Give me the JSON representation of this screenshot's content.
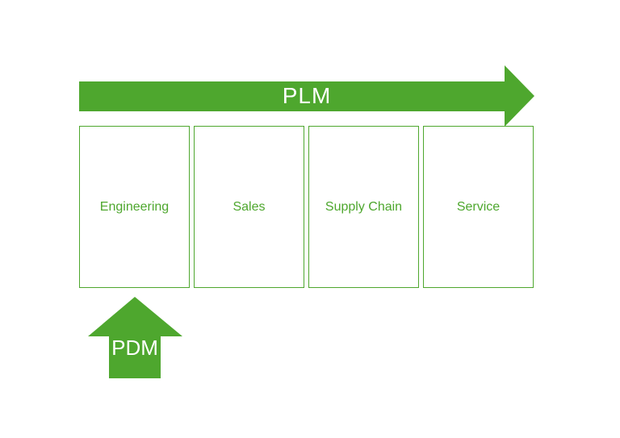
{
  "colors": {
    "green": "#4EA72E",
    "arrow_label_text": "#FFFFFF",
    "box_border": "#4EA72E",
    "box_label_text": "#4EA72E",
    "background": "#FFFFFF"
  },
  "plm_arrow": {
    "label": "PLM",
    "direction": "right"
  },
  "pdm_arrow": {
    "label": "PDM",
    "direction": "up"
  },
  "boxes": [
    {
      "label": "Engineering"
    },
    {
      "label": "Sales"
    },
    {
      "label": "Supply Chain"
    },
    {
      "label": "Service"
    }
  ]
}
